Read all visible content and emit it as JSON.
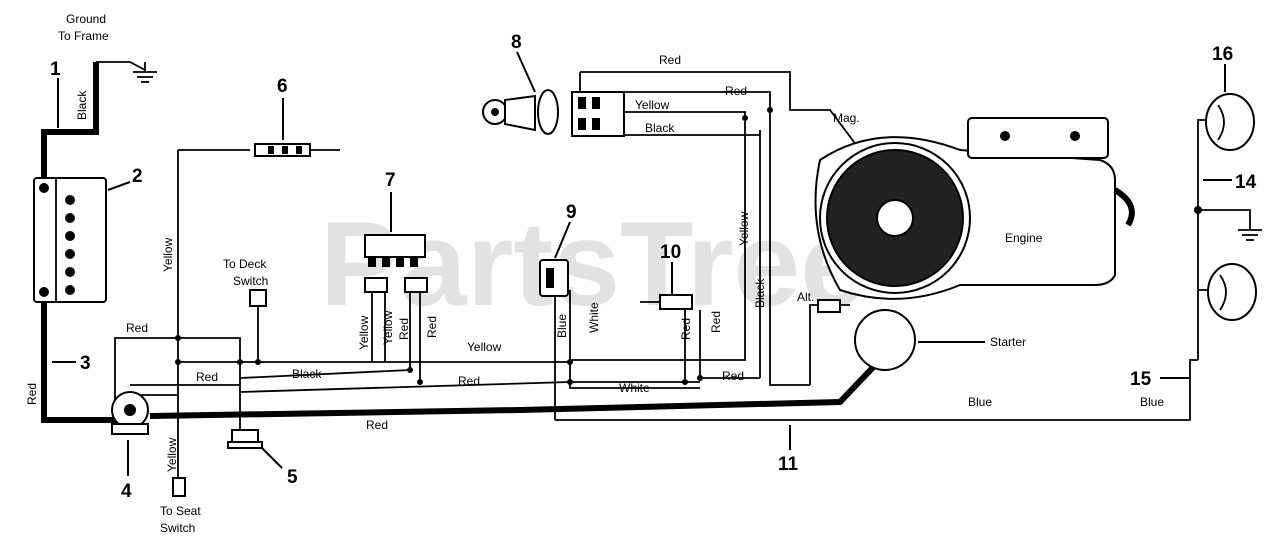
{
  "watermark": "PartsTree",
  "callouts": [
    "1",
    "2",
    "3",
    "4",
    "5",
    "6",
    "7",
    "8",
    "9",
    "10",
    "11",
    "14",
    "15",
    "16"
  ],
  "labels": {
    "ground_to_frame_1": "Ground",
    "ground_to_frame_2": "To Frame",
    "to_deck_switch_1": "To Deck",
    "to_deck_switch_2": "Switch",
    "to_seat_switch_1": "To Seat",
    "to_seat_switch_2": "Switch",
    "engine": "Engine",
    "starter": "Starter",
    "mag": "Mag.",
    "alt": "Alt."
  },
  "wire_colors": {
    "black_top": "Black",
    "red_left": "Red",
    "yellow_mid": "Yellow",
    "red_a": "Red",
    "red_b": "Red",
    "black_mid": "Black",
    "yellow_left_bottom": "Yellow",
    "red_bottom": "Red",
    "yellow_7a": "Yellow",
    "yellow_7b": "Yellow",
    "red_7a": "Red",
    "red_7b": "Red",
    "yellow_run": "Yellow",
    "red_run": "Red",
    "blue_9": "Blue",
    "white_9": "White",
    "white_run": "White",
    "red_10a": "Red",
    "red_10b": "Red",
    "red_run2": "Red",
    "yellow_right": "Yellow",
    "black_right": "Black",
    "red_top": "Red",
    "red_8": "Red",
    "yellow_8": "Yellow",
    "black_8": "Black",
    "blue_bottom": "Blue",
    "blue_15": "Blue"
  }
}
